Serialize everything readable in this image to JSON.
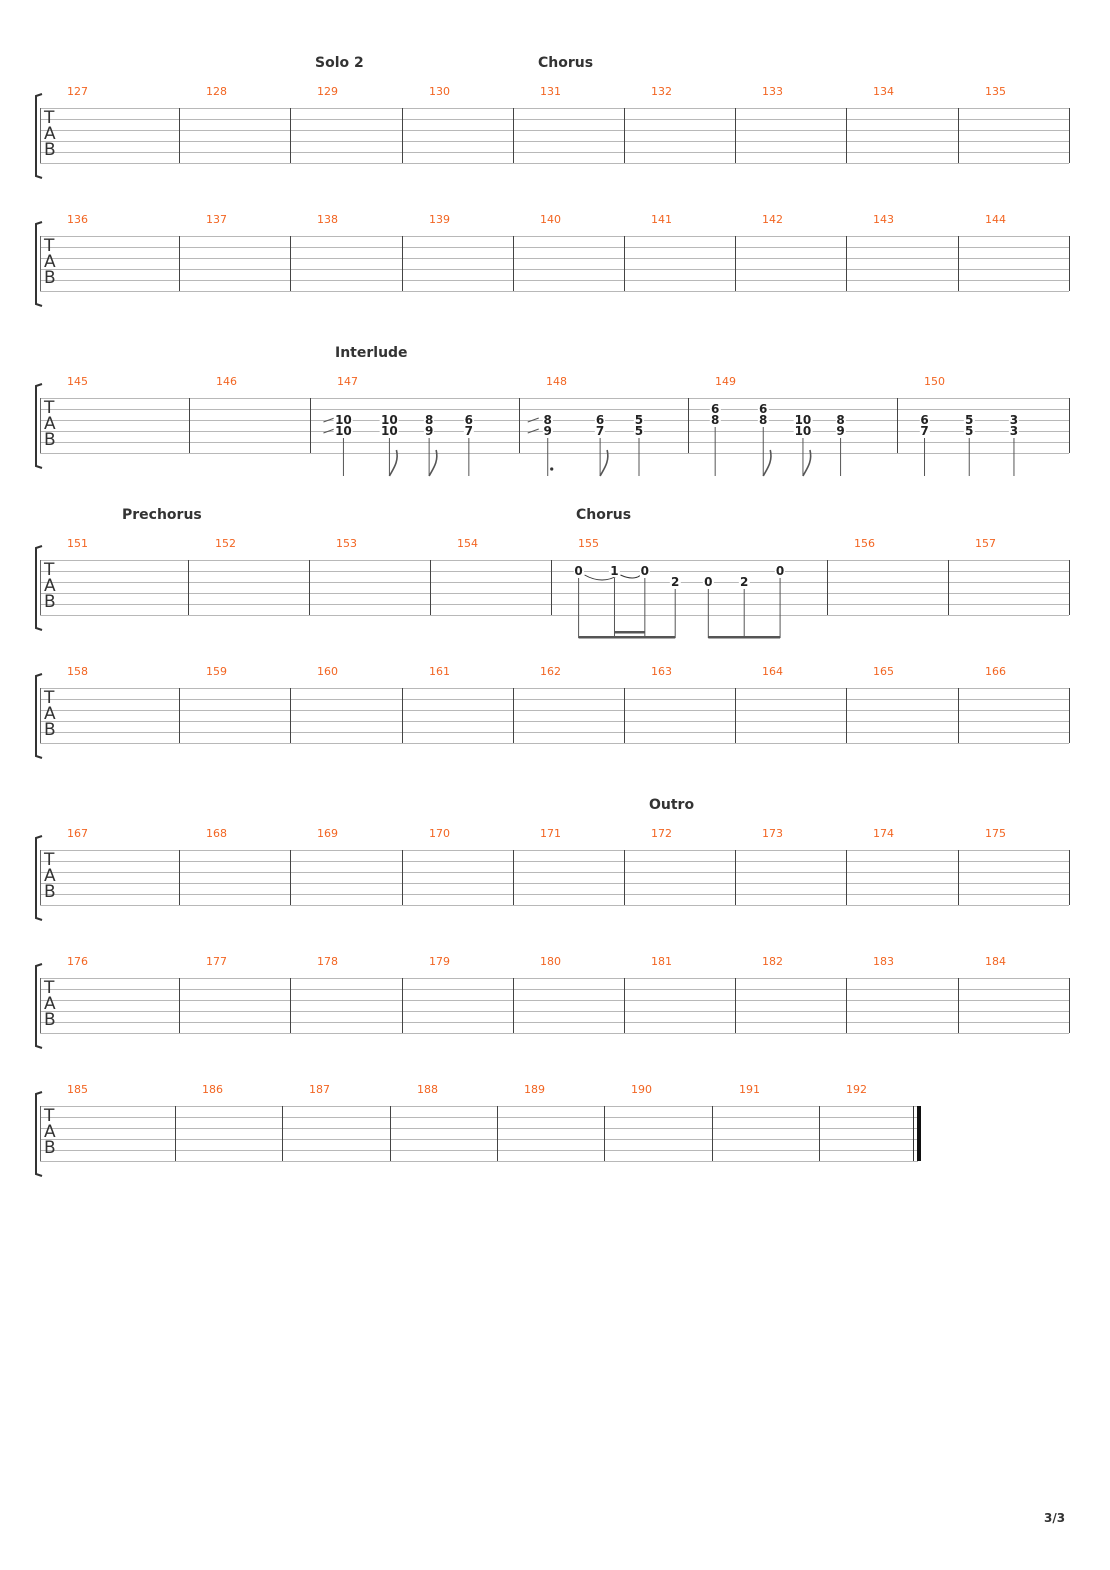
{
  "page": {
    "page_number": "3/3"
  },
  "tab_letters": [
    "T",
    "A",
    "B"
  ],
  "systems": [
    {
      "measures": [
        "127",
        "128",
        "129",
        "130",
        "131",
        "132",
        "133",
        "134",
        "135"
      ],
      "sections": [
        {
          "label": "Solo 2",
          "measure_index": 2
        },
        {
          "label": "Chorus",
          "measure_index": 4
        }
      ]
    },
    {
      "measures": [
        "136",
        "137",
        "138",
        "139",
        "140",
        "141",
        "142",
        "143",
        "144"
      ],
      "sections": []
    },
    {
      "measures": [
        "145",
        "146",
        "147",
        "148",
        "149",
        "150"
      ],
      "sections": [
        {
          "label": "Interlude",
          "measure_index": 2
        }
      ],
      "notes": [
        {
          "measure_index": 2,
          "beat": 0.16,
          "frets": [
            {
              "string": 2,
              "value": "10"
            },
            {
              "string": 3,
              "value": "10"
            }
          ],
          "slide_in": true,
          "stem": "plain"
        },
        {
          "measure_index": 2,
          "beat": 0.38,
          "frets": [
            {
              "string": 2,
              "value": "10"
            },
            {
              "string": 3,
              "value": "10"
            }
          ],
          "stem": "flag"
        },
        {
          "measure_index": 2,
          "beat": 0.57,
          "frets": [
            {
              "string": 2,
              "value": "8"
            },
            {
              "string": 3,
              "value": "9"
            }
          ],
          "stem": "flag"
        },
        {
          "measure_index": 2,
          "beat": 0.76,
          "frets": [
            {
              "string": 2,
              "value": "6"
            },
            {
              "string": 3,
              "value": "7"
            }
          ],
          "stem": "plain"
        },
        {
          "measure_index": 3,
          "beat": 0.17,
          "frets": [
            {
              "string": 2,
              "value": "8"
            },
            {
              "string": 3,
              "value": "9"
            }
          ],
          "slide_in": true,
          "stem": "dotted"
        },
        {
          "measure_index": 3,
          "beat": 0.48,
          "frets": [
            {
              "string": 2,
              "value": "6"
            },
            {
              "string": 3,
              "value": "7"
            }
          ],
          "stem": "flag"
        },
        {
          "measure_index": 3,
          "beat": 0.71,
          "frets": [
            {
              "string": 2,
              "value": "5"
            },
            {
              "string": 3,
              "value": "5"
            }
          ],
          "stem": "plain"
        },
        {
          "measure_index": 4,
          "beat": 0.13,
          "frets": [
            {
              "string": 1,
              "value": "6"
            },
            {
              "string": 2,
              "value": "8"
            }
          ],
          "stem": "plain"
        },
        {
          "measure_index": 4,
          "beat": 0.36,
          "frets": [
            {
              "string": 1,
              "value": "6"
            },
            {
              "string": 2,
              "value": "8"
            }
          ],
          "stem": "flag"
        },
        {
          "measure_index": 4,
          "beat": 0.55,
          "frets": [
            {
              "string": 2,
              "value": "10"
            },
            {
              "string": 3,
              "value": "10"
            }
          ],
          "stem": "flag"
        },
        {
          "measure_index": 4,
          "beat": 0.73,
          "frets": [
            {
              "string": 2,
              "value": "8"
            },
            {
              "string": 3,
              "value": "9"
            }
          ],
          "stem": "plain"
        },
        {
          "measure_index": 5,
          "beat": 0.16,
          "frets": [
            {
              "string": 2,
              "value": "6"
            },
            {
              "string": 3,
              "value": "7"
            }
          ],
          "stem": "plain"
        },
        {
          "measure_index": 5,
          "beat": 0.42,
          "frets": [
            {
              "string": 2,
              "value": "5"
            },
            {
              "string": 3,
              "value": "5"
            }
          ],
          "stem": "plain"
        },
        {
          "measure_index": 5,
          "beat": 0.68,
          "frets": [
            {
              "string": 2,
              "value": "3"
            },
            {
              "string": 3,
              "value": "3"
            }
          ],
          "stem": "plain"
        }
      ]
    },
    {
      "measures": [
        "151",
        "152",
        "153",
        "154",
        "155",
        "156",
        "157"
      ],
      "sections": [
        {
          "label": "Prechorus",
          "measure_index": 0
        },
        {
          "label": "Chorus",
          "measure_index": 4
        }
      ],
      "notes": [
        {
          "measure_index": 4,
          "beat": 0.1,
          "frets": [
            {
              "string": 1,
              "value": "0"
            }
          ],
          "stem": "beam"
        },
        {
          "measure_index": 4,
          "beat": 0.23,
          "frets": [
            {
              "string": 1,
              "value": "1"
            }
          ],
          "stem": "beam"
        },
        {
          "measure_index": 4,
          "beat": 0.34,
          "frets": [
            {
              "string": 1,
              "value": "0"
            }
          ],
          "stem": "beam"
        },
        {
          "measure_index": 4,
          "beat": 0.45,
          "frets": [
            {
              "string": 2,
              "value": "2"
            }
          ],
          "stem": "beam"
        },
        {
          "measure_index": 4,
          "beat": 0.57,
          "frets": [
            {
              "string": 2,
              "value": "0"
            }
          ],
          "stem": "beam"
        },
        {
          "measure_index": 4,
          "beat": 0.7,
          "frets": [
            {
              "string": 2,
              "value": "2"
            }
          ],
          "stem": "beam"
        },
        {
          "measure_index": 4,
          "beat": 0.83,
          "frets": [
            {
              "string": 1,
              "value": "0"
            }
          ],
          "stem": "beam"
        }
      ]
    },
    {
      "measures": [
        "158",
        "159",
        "160",
        "161",
        "162",
        "163",
        "164",
        "165",
        "166"
      ],
      "sections": []
    },
    {
      "measures": [
        "167",
        "168",
        "169",
        "170",
        "171",
        "172",
        "173",
        "174",
        "175"
      ],
      "sections": [
        {
          "label": "Outro",
          "measure_index": 5
        }
      ]
    },
    {
      "measures": [
        "176",
        "177",
        "178",
        "179",
        "180",
        "181",
        "182",
        "183",
        "184"
      ],
      "sections": []
    },
    {
      "measures": [
        "185",
        "186",
        "187",
        "188",
        "189",
        "190",
        "191",
        "192"
      ],
      "sections": [],
      "final": true
    }
  ]
}
